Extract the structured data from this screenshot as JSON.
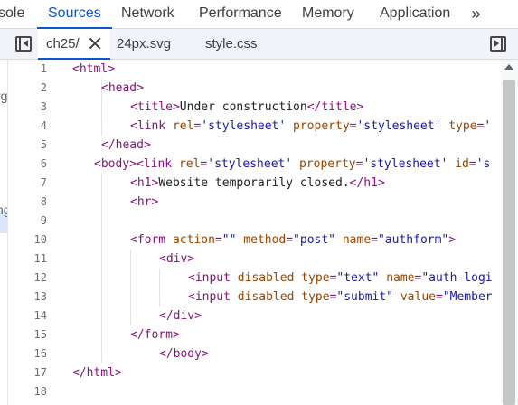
{
  "panel_tabs": {
    "console_fragment": "sole",
    "sources": "Sources",
    "network": "Network",
    "performance": "Performance",
    "memory": "Memory",
    "application": "Application",
    "more": "»"
  },
  "file_tabs": [
    {
      "name": "ch25/",
      "active": true,
      "closable": true
    },
    {
      "name": "24px.svg",
      "active": false
    },
    {
      "name": "style.css",
      "active": false
    }
  ],
  "navigator_fragments": [
    "rg",
    "ng"
  ],
  "editor": {
    "line_numbers": [
      "1",
      "2",
      "3",
      "4",
      "5",
      "6",
      "7",
      "8",
      "9",
      "10",
      "11",
      "12",
      "13",
      "14",
      "15",
      "16",
      "17",
      "18"
    ],
    "lines": [
      [
        [
          "t-tag",
          "<html>"
        ]
      ],
      [
        [
          "t-tag",
          "<head>"
        ]
      ],
      [
        [
          "t-tag",
          "<title>"
        ],
        [
          "t-text",
          "Under construction"
        ],
        [
          "t-tag",
          "</title>"
        ]
      ],
      [
        [
          "t-tag",
          "<link "
        ],
        [
          "t-attr",
          "rel"
        ],
        [
          "t-tag",
          "="
        ],
        [
          "t-val",
          "'stylesheet'"
        ],
        [
          "t-tag",
          " "
        ],
        [
          "t-attr",
          "property"
        ],
        [
          "t-tag",
          "="
        ],
        [
          "t-val",
          "'stylesheet'"
        ],
        [
          "t-tag",
          " "
        ],
        [
          "t-attr",
          "type"
        ],
        [
          "t-tag",
          "="
        ],
        [
          "t-val",
          "'"
        ]
      ],
      [
        [
          "t-tag",
          "</head>"
        ]
      ],
      [
        [
          "t-tag",
          "<body>"
        ],
        [
          "t-tag",
          "<link "
        ],
        [
          "t-attr",
          "rel"
        ],
        [
          "t-tag",
          "="
        ],
        [
          "t-val",
          "'stylesheet'"
        ],
        [
          "t-tag",
          " "
        ],
        [
          "t-attr",
          "property"
        ],
        [
          "t-tag",
          "="
        ],
        [
          "t-val",
          "'stylesheet'"
        ],
        [
          "t-tag",
          " "
        ],
        [
          "t-attr",
          "id"
        ],
        [
          "t-tag",
          "="
        ],
        [
          "t-val",
          "'s"
        ]
      ],
      [
        [
          "t-tag",
          "<h1>"
        ],
        [
          "t-text",
          "Website temporarily closed."
        ],
        [
          "t-tag",
          "</h1>"
        ]
      ],
      [
        [
          "t-tag",
          "<hr>"
        ]
      ],
      [],
      [
        [
          "t-tag",
          "<form "
        ],
        [
          "t-attr",
          "action"
        ],
        [
          "t-tag",
          "="
        ],
        [
          "t-val",
          "\"\""
        ],
        [
          "t-tag",
          " "
        ],
        [
          "t-attr",
          "method"
        ],
        [
          "t-tag",
          "="
        ],
        [
          "t-val",
          "\"post\""
        ],
        [
          "t-tag",
          " "
        ],
        [
          "t-attr",
          "name"
        ],
        [
          "t-tag",
          "="
        ],
        [
          "t-val",
          "\"authform\""
        ],
        [
          "t-tag",
          ">"
        ]
      ],
      [
        [
          "t-tag",
          "<div>"
        ]
      ],
      [
        [
          "t-tag",
          "<input "
        ],
        [
          "t-attr",
          "disabled"
        ],
        [
          "t-tag",
          " "
        ],
        [
          "t-attr",
          "type"
        ],
        [
          "t-tag",
          "="
        ],
        [
          "t-val",
          "\"text\""
        ],
        [
          "t-tag",
          " "
        ],
        [
          "t-attr",
          "name"
        ],
        [
          "t-tag",
          "="
        ],
        [
          "t-val",
          "\"auth-logi"
        ]
      ],
      [
        [
          "t-tag",
          "<input "
        ],
        [
          "t-attr",
          "disabled"
        ],
        [
          "t-tag",
          " "
        ],
        [
          "t-attr",
          "type"
        ],
        [
          "t-tag",
          "="
        ],
        [
          "t-val",
          "\"submit\""
        ],
        [
          "t-tag",
          " "
        ],
        [
          "t-attr",
          "value"
        ],
        [
          "t-tag",
          "="
        ],
        [
          "t-val",
          "\"Member"
        ]
      ],
      [
        [
          "t-tag",
          "</div>"
        ]
      ],
      [
        [
          "t-tag",
          "</form>"
        ]
      ],
      [
        [
          "t-tag",
          "</body>"
        ]
      ],
      [
        [
          "t-tag",
          "</html>"
        ]
      ],
      []
    ]
  },
  "colors": {
    "accent": "#0b57d0",
    "tag": "#881280",
    "attribute": "#994500",
    "value": "#1a1aa6",
    "text": "#202124"
  },
  "icons": [
    "toggle-navigator-icon",
    "close-icon",
    "toggle-sidebar-icon",
    "chevron-double-right-icon"
  ]
}
